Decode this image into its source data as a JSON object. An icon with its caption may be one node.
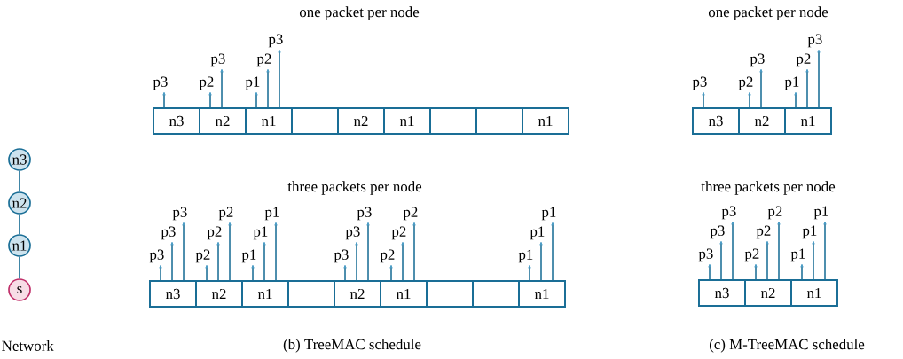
{
  "diagram": {
    "nodes": [
      {
        "text": [
          "n3"
        ]
      },
      {
        "text": [
          "n2"
        ]
      },
      {
        "text": [
          "n1"
        ]
      },
      {
        "text": [
          "s"
        ]
      },
      {
        "text": [
          "n3"
        ]
      },
      {
        "text": [
          "n2"
        ]
      },
      {
        "text": [
          "n1"
        ]
      },
      {
        "text": [],
        "shape": "box"
      },
      {
        "text": [
          "n2"
        ]
      },
      {
        "text": [
          "n1"
        ]
      },
      {
        "text": [],
        "shape": "box"
      },
      {
        "text": [],
        "shape": "box"
      },
      {
        "text": [
          "n1"
        ]
      },
      {
        "text": [
          "n3"
        ]
      },
      {
        "text": [
          "n2"
        ]
      },
      {
        "text": [
          "n1"
        ]
      },
      {
        "text": [],
        "shape": "box"
      },
      {
        "text": [
          "n2"
        ]
      },
      {
        "text": [
          "n1"
        ]
      },
      {
        "text": [],
        "shape": "box"
      },
      {
        "text": [],
        "shape": "box"
      },
      {
        "text": [
          "n1"
        ]
      },
      {
        "text": [
          "n3"
        ]
      },
      {
        "text": [
          "n2"
        ]
      },
      {
        "text": [
          "n1"
        ]
      },
      {
        "text": [
          "n3"
        ]
      },
      {
        "text": [
          "n2"
        ]
      },
      {
        "text": [
          "n1"
        ]
      },
      {
        "text": [
          "p3"
        ]
      },
      {
        "text": [
          "p2"
        ]
      },
      {
        "text": [
          "p3"
        ]
      },
      {
        "text": [
          "p1"
        ]
      },
      {
        "text": [
          "p2"
        ]
      },
      {
        "text": [
          "p3"
        ]
      },
      {
        "text": [
          "p3"
        ]
      },
      {
        "text": [
          "p3"
        ]
      },
      {
        "text": [
          "p3"
        ]
      },
      {
        "text": [
          "p2"
        ]
      },
      {
        "text": [
          "p2"
        ]
      },
      {
        "text": [
          "p2"
        ]
      },
      {
        "text": [
          "p1"
        ]
      },
      {
        "text": [
          "p1"
        ]
      },
      {
        "text": [
          "p1"
        ]
      },
      {
        "text": [
          "p3"
        ]
      },
      {
        "text": [
          "p3"
        ]
      },
      {
        "text": [
          "p3"
        ]
      },
      {
        "text": [
          "p2"
        ]
      },
      {
        "text": [
          "p2"
        ]
      },
      {
        "text": [
          "p2"
        ]
      },
      {
        "text": [
          "p1"
        ]
      },
      {
        "text": [
          "p1"
        ]
      },
      {
        "text": [
          "p1"
        ]
      },
      {
        "text": [
          "p3"
        ]
      },
      {
        "text": [
          "p2"
        ]
      },
      {
        "text": [
          "p3"
        ]
      },
      {
        "text": [
          "p1"
        ]
      },
      {
        "text": [
          "p2"
        ]
      },
      {
        "text": [
          "p3"
        ]
      },
      {
        "text": [
          "p3"
        ]
      },
      {
        "text": [
          "p3"
        ]
      },
      {
        "text": [
          "p3"
        ]
      },
      {
        "text": [
          "p2"
        ]
      },
      {
        "text": [
          "p2"
        ]
      },
      {
        "text": [
          "p2"
        ]
      },
      {
        "text": [
          "p1"
        ]
      },
      {
        "text": [
          "p1"
        ]
      },
      {
        "text": [
          "p1"
        ]
      }
    ],
    "edges": [
      {
        "from": 0,
        "to": 1,
        "arrow": "none"
      },
      {
        "from": 1,
        "to": 2,
        "arrow": "none"
      },
      {
        "from": 2,
        "to": 3,
        "arrow": "none"
      },
      {
        "from": 4,
        "to": 28,
        "arrow": "to"
      },
      {
        "from": 5,
        "to": 29,
        "arrow": "to"
      },
      {
        "from": 5,
        "to": 30,
        "arrow": "to"
      },
      {
        "from": 6,
        "to": 31,
        "arrow": "to"
      },
      {
        "from": 6,
        "to": 32,
        "arrow": "to"
      },
      {
        "from": 6,
        "to": 33,
        "arrow": "to"
      },
      {
        "from": 13,
        "to": 34,
        "arrow": "to"
      },
      {
        "from": 13,
        "to": 35,
        "arrow": "to"
      },
      {
        "from": 13,
        "to": 36,
        "arrow": "to"
      },
      {
        "from": 14,
        "to": 37,
        "arrow": "to"
      },
      {
        "from": 14,
        "to": 38,
        "arrow": "to"
      },
      {
        "from": 14,
        "to": 39,
        "arrow": "to"
      },
      {
        "from": 15,
        "to": 40,
        "arrow": "to"
      },
      {
        "from": 15,
        "to": 41,
        "arrow": "to"
      },
      {
        "from": 15,
        "to": 42,
        "arrow": "to"
      },
      {
        "from": 17,
        "to": 43,
        "arrow": "to"
      },
      {
        "from": 17,
        "to": 44,
        "arrow": "to"
      },
      {
        "from": 17,
        "to": 45,
        "arrow": "to"
      },
      {
        "from": 18,
        "to": 46,
        "arrow": "to"
      },
      {
        "from": 18,
        "to": 47,
        "arrow": "to"
      },
      {
        "from": 18,
        "to": 48,
        "arrow": "to"
      },
      {
        "from": 21,
        "to": 49,
        "arrow": "to"
      },
      {
        "from": 21,
        "to": 50,
        "arrow": "to"
      },
      {
        "from": 21,
        "to": 51,
        "arrow": "to"
      },
      {
        "from": 22,
        "to": 52,
        "arrow": "to"
      },
      {
        "from": 23,
        "to": 53,
        "arrow": "to"
      },
      {
        "from": 23,
        "to": 54,
        "arrow": "to"
      },
      {
        "from": 24,
        "to": 55,
        "arrow": "to"
      },
      {
        "from": 24,
        "to": 56,
        "arrow": "to"
      },
      {
        "from": 24,
        "to": 57,
        "arrow": "to"
      },
      {
        "from": 25,
        "to": 58,
        "arrow": "to"
      },
      {
        "from": 25,
        "to": 59,
        "arrow": "to"
      },
      {
        "from": 25,
        "to": 60,
        "arrow": "to"
      },
      {
        "from": 26,
        "to": 61,
        "arrow": "to"
      },
      {
        "from": 26,
        "to": 62,
        "arrow": "to"
      },
      {
        "from": 26,
        "to": 63,
        "arrow": "to"
      },
      {
        "from": 27,
        "to": 64,
        "arrow": "to"
      },
      {
        "from": 27,
        "to": 65,
        "arrow": "to"
      },
      {
        "from": 27,
        "to": 66,
        "arrow": "to"
      }
    ],
    "labels": [
      "one packet per node",
      "one packet per node",
      "three packets per node",
      "three packets per node",
      "Network",
      "(b) TreeMAC schedule",
      "(c) M-TreeMAC schedule"
    ]
  }
}
